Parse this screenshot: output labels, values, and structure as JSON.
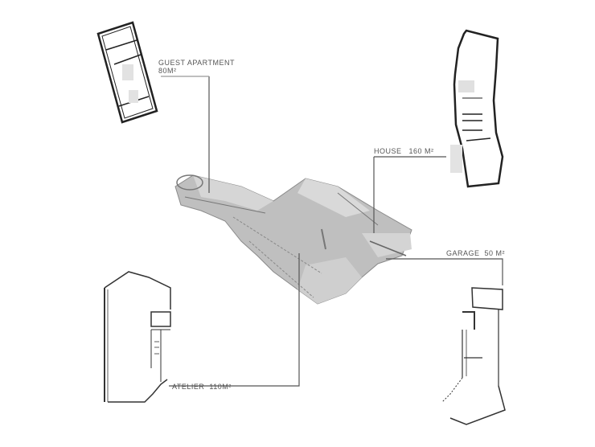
{
  "diagram": {
    "type": "architectural exploded axonometric with floor plans",
    "colors": {
      "line": "#222222",
      "mass": "#bdbdbd",
      "mass_light": "#dcdcdc",
      "leader": "#555555"
    },
    "labels": [
      {
        "id": "guest",
        "name": "GUEST APARTMENT",
        "area": "80m²"
      },
      {
        "id": "house",
        "name": "HOUSE",
        "area": "160 m²"
      },
      {
        "id": "garage",
        "name": "GARAGE",
        "area": "50 m²"
      },
      {
        "id": "atelier",
        "name": "ATELIER",
        "area": "110m²"
      }
    ]
  }
}
